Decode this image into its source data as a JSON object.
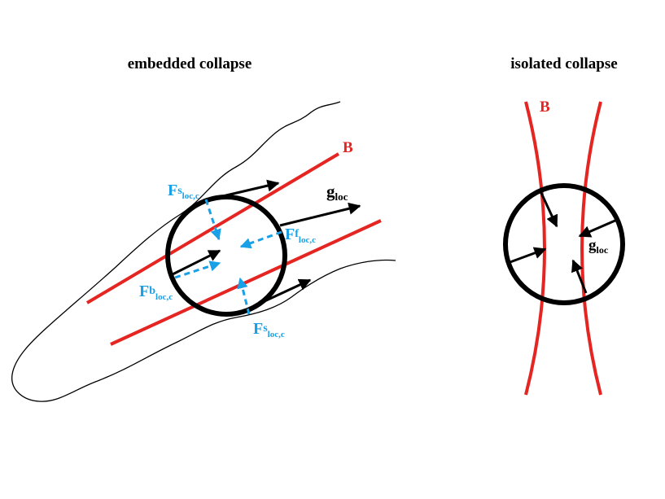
{
  "titles": {
    "left": "embedded collapse",
    "right": "isolated collapse"
  },
  "labels": {
    "b_left": "B",
    "b_right": "B",
    "g_main": "g",
    "g_sub": "loc",
    "fs_top_main": "F",
    "fs_top_sup": "s",
    "fs_top_sub": "loc,c",
    "ff_main": "F",
    "ff_sup": "f",
    "ff_sub": "loc,c",
    "fb_main": "F",
    "fb_sup": "b",
    "fb_sub": "loc,c",
    "fs_bottom_main": "F",
    "fs_bottom_sup": "s",
    "fs_bottom_sub": "loc,c",
    "g_right_main": "g",
    "g_right_sub": "loc"
  },
  "colors": {
    "field_line": "#e52521",
    "force_arrow": "#1aa0e6",
    "gravity_arrow": "#000000",
    "cloud_outline": "#000000"
  },
  "icons": {
    "black_arrow": "arrow-solid-icon",
    "blue_arrow": "arrow-dashed-icon"
  }
}
